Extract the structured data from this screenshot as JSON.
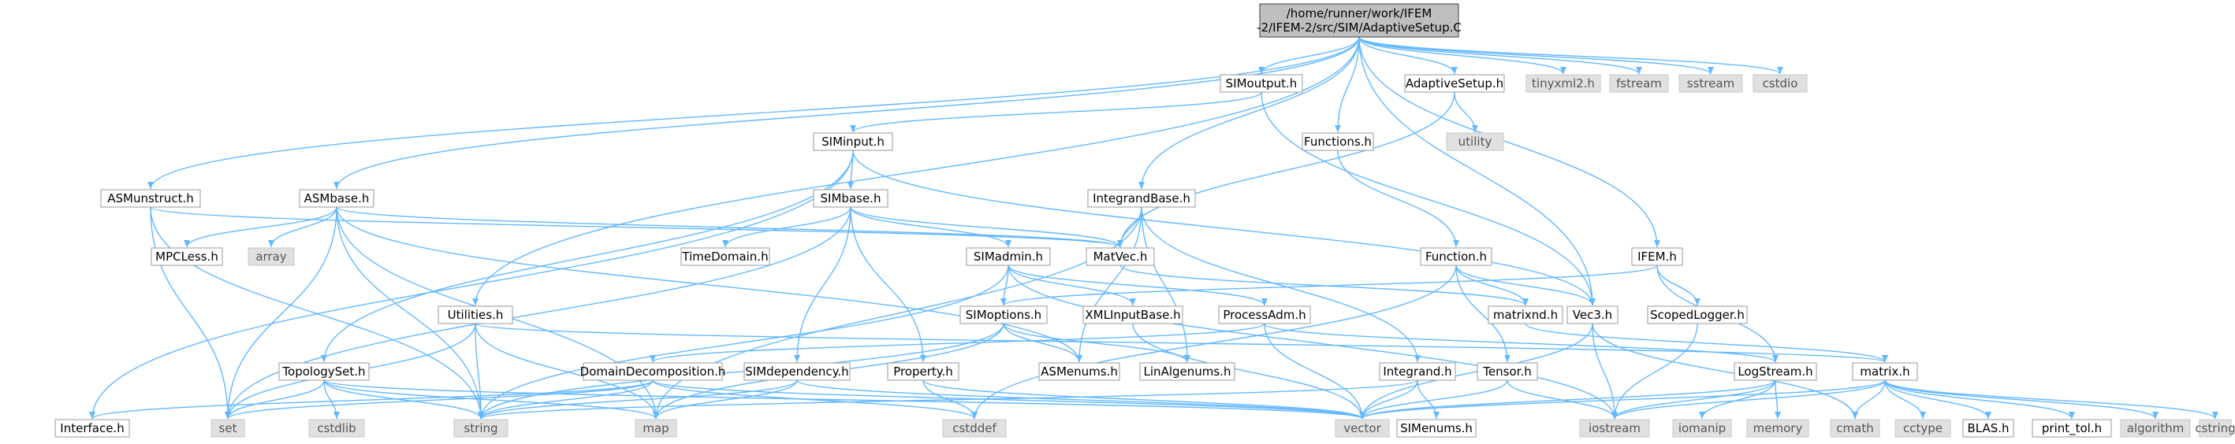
{
  "diagram": {
    "edge_color": "#63b8ff",
    "nodes": [
      {
        "id": "root",
        "label": [
          "/home/runner/work/IFEM",
          "-2/IFEM-2/src/SIM/AdaptiveSetup.C"
        ],
        "kind": "src"
      },
      {
        "id": "ASMunstruct",
        "label": [
          "ASMunstruct.h"
        ],
        "kind": "proj"
      },
      {
        "id": "ASMbase",
        "label": [
          "ASMbase.h"
        ],
        "kind": "proj"
      },
      {
        "id": "SIMinput",
        "label": [
          "SIMinput.h"
        ],
        "kind": "proj"
      },
      {
        "id": "SIMoutput",
        "label": [
          "SIMoutput.h"
        ],
        "kind": "proj"
      },
      {
        "id": "Functions",
        "label": [
          "Functions.h"
        ],
        "kind": "proj"
      },
      {
        "id": "AdaptiveSetup",
        "label": [
          "AdaptiveSetup.h"
        ],
        "kind": "proj"
      },
      {
        "id": "tinyxml2",
        "label": [
          "tinyxml2.h"
        ],
        "kind": "sys"
      },
      {
        "id": "fstream",
        "label": [
          "fstream"
        ],
        "kind": "sys"
      },
      {
        "id": "sstream",
        "label": [
          "sstream"
        ],
        "kind": "sys"
      },
      {
        "id": "cstdio",
        "label": [
          "cstdio"
        ],
        "kind": "sys"
      },
      {
        "id": "utility",
        "label": [
          "utility"
        ],
        "kind": "sys"
      },
      {
        "id": "IntegrandBase",
        "label": [
          "IntegrandBase.h"
        ],
        "kind": "proj"
      },
      {
        "id": "SIMbase",
        "label": [
          "SIMbase.h"
        ],
        "kind": "proj"
      },
      {
        "id": "MPCLess",
        "label": [
          "MPCLess.h"
        ],
        "kind": "proj"
      },
      {
        "id": "array",
        "label": [
          "array"
        ],
        "kind": "sys"
      },
      {
        "id": "TimeDomain",
        "label": [
          "TimeDomain.h"
        ],
        "kind": "proj"
      },
      {
        "id": "MatVec",
        "label": [
          "MatVec.h"
        ],
        "kind": "proj"
      },
      {
        "id": "SIMadmin",
        "label": [
          "SIMadmin.h"
        ],
        "kind": "proj"
      },
      {
        "id": "Function",
        "label": [
          "Function.h"
        ],
        "kind": "proj"
      },
      {
        "id": "IFEM",
        "label": [
          "IFEM.h"
        ],
        "kind": "proj"
      },
      {
        "id": "Utilities",
        "label": [
          "Utilities.h"
        ],
        "kind": "proj"
      },
      {
        "id": "SIMoptions",
        "label": [
          "SIMoptions.h"
        ],
        "kind": "proj"
      },
      {
        "id": "XMLInputBase",
        "label": [
          "XMLInputBase.h"
        ],
        "kind": "proj"
      },
      {
        "id": "ProcessAdm",
        "label": [
          "ProcessAdm.h"
        ],
        "kind": "proj"
      },
      {
        "id": "matrixnd",
        "label": [
          "matrixnd.h"
        ],
        "kind": "proj"
      },
      {
        "id": "Vec3",
        "label": [
          "Vec3.h"
        ],
        "kind": "proj"
      },
      {
        "id": "ScopedLogger",
        "label": [
          "ScopedLogger.h"
        ],
        "kind": "proj"
      },
      {
        "id": "TopologySet",
        "label": [
          "TopologySet.h"
        ],
        "kind": "proj"
      },
      {
        "id": "DomainDecomposition",
        "label": [
          "DomainDecomposition.h"
        ],
        "kind": "proj"
      },
      {
        "id": "SIMdependency",
        "label": [
          "SIMdependency.h"
        ],
        "kind": "proj"
      },
      {
        "id": "Property",
        "label": [
          "Property.h"
        ],
        "kind": "proj"
      },
      {
        "id": "ASMenums",
        "label": [
          "ASMenums.h"
        ],
        "kind": "proj"
      },
      {
        "id": "LinAlgenums",
        "label": [
          "LinAlgenums.h"
        ],
        "kind": "proj"
      },
      {
        "id": "Integrand",
        "label": [
          "Integrand.h"
        ],
        "kind": "proj"
      },
      {
        "id": "Tensor",
        "label": [
          "Tensor.h"
        ],
        "kind": "proj"
      },
      {
        "id": "LogStream",
        "label": [
          "LogStream.h"
        ],
        "kind": "proj"
      },
      {
        "id": "matrix",
        "label": [
          "matrix.h"
        ],
        "kind": "proj"
      },
      {
        "id": "Interface",
        "label": [
          "Interface.h"
        ],
        "kind": "proj"
      },
      {
        "id": "set",
        "label": [
          "set"
        ],
        "kind": "sys"
      },
      {
        "id": "cstdlib",
        "label": [
          "cstdlib"
        ],
        "kind": "sys"
      },
      {
        "id": "string",
        "label": [
          "string"
        ],
        "kind": "sys"
      },
      {
        "id": "map",
        "label": [
          "map"
        ],
        "kind": "sys"
      },
      {
        "id": "cstddef",
        "label": [
          "cstddef"
        ],
        "kind": "sys"
      },
      {
        "id": "vector",
        "label": [
          "vector"
        ],
        "kind": "sys"
      },
      {
        "id": "SIMenums",
        "label": [
          "SIMenums.h"
        ],
        "kind": "proj"
      },
      {
        "id": "iostream",
        "label": [
          "iostream"
        ],
        "kind": "sys"
      },
      {
        "id": "iomanip",
        "label": [
          "iomanip"
        ],
        "kind": "sys"
      },
      {
        "id": "memory",
        "label": [
          "memory"
        ],
        "kind": "sys"
      },
      {
        "id": "cmath",
        "label": [
          "cmath"
        ],
        "kind": "sys"
      },
      {
        "id": "cctype",
        "label": [
          "cctype"
        ],
        "kind": "sys"
      },
      {
        "id": "BLAS",
        "label": [
          "BLAS.h"
        ],
        "kind": "proj"
      },
      {
        "id": "print_tol",
        "label": [
          "print_tol.h"
        ],
        "kind": "proj"
      },
      {
        "id": "algorithm",
        "label": [
          "algorithm"
        ],
        "kind": "sys"
      },
      {
        "id": "cstring",
        "label": [
          "cstring"
        ],
        "kind": "sys"
      }
    ],
    "edges": [
      [
        "root",
        "ASMunstruct"
      ],
      [
        "root",
        "ASMbase"
      ],
      [
        "root",
        "Utilities"
      ],
      [
        "root",
        "IntegrandBase"
      ],
      [
        "root",
        "SIMoutput"
      ],
      [
        "root",
        "Functions"
      ],
      [
        "root",
        "Vec3"
      ],
      [
        "root",
        "AdaptiveSetup"
      ],
      [
        "root",
        "tinyxml2"
      ],
      [
        "root",
        "fstream"
      ],
      [
        "root",
        "sstream"
      ],
      [
        "root",
        "cstdio"
      ],
      [
        "root",
        "IFEM"
      ],
      [
        "SIMoutput",
        "SIMinput"
      ],
      [
        "SIMoutput",
        "Vec3"
      ],
      [
        "SIMinput",
        "Interface"
      ],
      [
        "SIMinput",
        "SIMbase"
      ],
      [
        "SIMinput",
        "TopologySet"
      ],
      [
        "SIMinput",
        "Vec3"
      ],
      [
        "AdaptiveSetup",
        "utility"
      ],
      [
        "AdaptiveSetup",
        "MatVec"
      ],
      [
        "Functions",
        "Function"
      ],
      [
        "ASMunstruct",
        "set"
      ],
      [
        "ASMunstruct",
        "string"
      ],
      [
        "ASMunstruct",
        "MatVec"
      ],
      [
        "ASMbase",
        "MPCLess"
      ],
      [
        "ASMbase",
        "array"
      ],
      [
        "ASMbase",
        "set"
      ],
      [
        "ASMbase",
        "string"
      ],
      [
        "ASMbase",
        "map"
      ],
      [
        "ASMbase",
        "ASMenums"
      ],
      [
        "ASMbase",
        "MatVec"
      ],
      [
        "SIMbase",
        "TimeDomain"
      ],
      [
        "SIMbase",
        "MatVec"
      ],
      [
        "SIMbase",
        "SIMadmin"
      ],
      [
        "SIMbase",
        "SIMdependency"
      ],
      [
        "SIMbase",
        "Property"
      ],
      [
        "SIMbase",
        "set"
      ],
      [
        "IntegrandBase",
        "MatVec"
      ],
      [
        "IntegrandBase",
        "Integrand"
      ],
      [
        "IntegrandBase",
        "LinAlgenums"
      ],
      [
        "IntegrandBase",
        "map"
      ],
      [
        "IntegrandBase",
        "ASMenums"
      ],
      [
        "MatVec",
        "matrixnd"
      ],
      [
        "SIMadmin",
        "SIMoptions"
      ],
      [
        "SIMadmin",
        "XMLInputBase"
      ],
      [
        "SIMadmin",
        "ProcessAdm"
      ],
      [
        "SIMadmin",
        "string"
      ],
      [
        "SIMadmin",
        "iostream"
      ],
      [
        "Function",
        "matrixnd"
      ],
      [
        "Function",
        "Vec3"
      ],
      [
        "Function",
        "Tensor"
      ],
      [
        "Function",
        "cstddef"
      ],
      [
        "IFEM",
        "ScopedLogger"
      ],
      [
        "IFEM",
        "LogStream"
      ],
      [
        "IFEM",
        "SIMoptions"
      ],
      [
        "Utilities",
        "set"
      ],
      [
        "Utilities",
        "string"
      ],
      [
        "Utilities",
        "map"
      ],
      [
        "Utilities",
        "matrix"
      ],
      [
        "SIMoptions",
        "ASMenums"
      ],
      [
        "SIMoptions",
        "LinAlgenums"
      ],
      [
        "SIMoptions",
        "string"
      ],
      [
        "SIMoptions",
        "map"
      ],
      [
        "XMLInputBase",
        "vector"
      ],
      [
        "ProcessAdm",
        "DomainDecomposition"
      ],
      [
        "ProcessAdm",
        "LogStream"
      ],
      [
        "ProcessAdm",
        "vector"
      ],
      [
        "matrixnd",
        "matrix"
      ],
      [
        "Vec3",
        "iostream"
      ],
      [
        "Vec3",
        "cmath"
      ],
      [
        "Vec3",
        "vector"
      ],
      [
        "ScopedLogger",
        "iostream"
      ],
      [
        "TopologySet",
        "set"
      ],
      [
        "TopologySet",
        "cstdlib"
      ],
      [
        "TopologySet",
        "string"
      ],
      [
        "TopologySet",
        "map"
      ],
      [
        "TopologySet",
        "vector"
      ],
      [
        "DomainDecomposition",
        "set"
      ],
      [
        "DomainDecomposition",
        "string"
      ],
      [
        "DomainDecomposition",
        "cstddef"
      ],
      [
        "DomainDecomposition",
        "Interface"
      ],
      [
        "DomainDecomposition",
        "vector"
      ],
      [
        "SIMdependency",
        "string"
      ],
      [
        "SIMdependency",
        "map"
      ],
      [
        "SIMdependency",
        "vector"
      ],
      [
        "Property",
        "cstddef"
      ],
      [
        "Property",
        "vector"
      ],
      [
        "Integrand",
        "SIMenums"
      ],
      [
        "Integrand",
        "vector"
      ],
      [
        "Integrand",
        "string"
      ],
      [
        "Tensor",
        "vector"
      ],
      [
        "Tensor",
        "iostream"
      ],
      [
        "LogStream",
        "iostream"
      ],
      [
        "LogStream",
        "iomanip"
      ],
      [
        "LogStream",
        "memory"
      ],
      [
        "LogStream",
        "vector"
      ],
      [
        "matrix",
        "vector"
      ],
      [
        "matrix",
        "iostream"
      ],
      [
        "matrix",
        "cmath"
      ],
      [
        "matrix",
        "cctype"
      ],
      [
        "matrix",
        "BLAS"
      ],
      [
        "matrix",
        "print_tol"
      ],
      [
        "matrix",
        "algorithm"
      ],
      [
        "matrix",
        "cstring"
      ]
    ]
  }
}
